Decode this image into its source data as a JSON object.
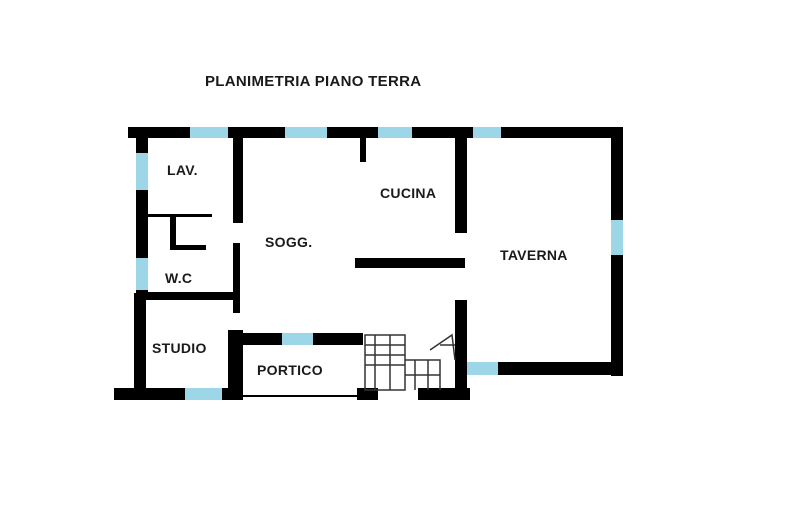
{
  "title": "PLANIMETRIA PIANO TERRA",
  "rooms": {
    "lav": "LAV.",
    "wc": "W.C",
    "studio": "STUDIO",
    "portico": "PORTICO",
    "soggiorno": "SOGG.",
    "cucina": "CUCINA",
    "taverna": "TAVERNA"
  },
  "colors": {
    "wall": "#000000",
    "window": "#9dd6e6"
  }
}
